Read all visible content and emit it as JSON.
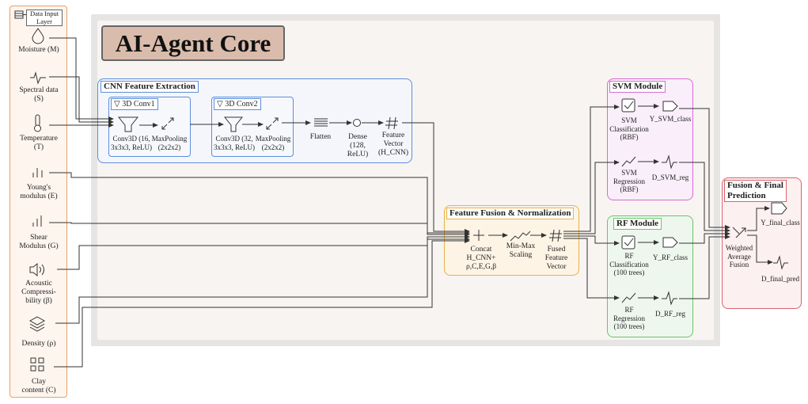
{
  "input_layer": {
    "title": "Data Input\nLayer",
    "items": [
      {
        "label": "Moisture (M)"
      },
      {
        "label": "Spectral data\n(S)"
      },
      {
        "label": "Temperature\n(T)"
      },
      {
        "label": "Young's\nmodulus (E)"
      },
      {
        "label": "Shear\nModulus (G)"
      },
      {
        "label": "Acoustic\nCompressi-\nbility (β)"
      },
      {
        "label": "Density (ρ)"
      },
      {
        "label": "Clay\ncontent (C)"
      }
    ]
  },
  "core": {
    "title": "AI-Agent Core"
  },
  "cnn": {
    "title": "CNN Feature Extraction",
    "conv1": {
      "title": "3D Conv1",
      "conv_label": "Conv3D (16,\n3x3x3, ReLU)",
      "pool_label": "MaxPooling\n(2x2x2)"
    },
    "conv2": {
      "title": "3D Conv2",
      "conv_label": "Conv3D (32,\n3x3x3, ReLU)",
      "pool_label": "MaxPooling\n(2x2x2)"
    },
    "flatten": "Flatten",
    "dense": "Dense\n(128,\nReLU)",
    "feature_vector": "Feature\nVector\n(H_CNN)"
  },
  "fusion": {
    "title": "Feature Fusion & Normalization",
    "concat": "Concat\nH_CNN+\nρ,C,E,G,β",
    "scaling": "Min-Max\nScaling",
    "fused": "Fused\nFeature\nVector"
  },
  "svm": {
    "title": "SVM Module",
    "classification": "SVM\nClassification\n(RBF)",
    "class_out": "Y_SVM_class",
    "regression": "SVM\nRegression\n(RBF)",
    "reg_out": "D_SVM_reg"
  },
  "rf": {
    "title": "RF Module",
    "classification": "RF\nClassification\n(100 trees)",
    "class_out": "Y_RF_class",
    "regression": "RF\nRegression\n(100 trees)",
    "reg_out": "D_RF_reg"
  },
  "final": {
    "title": "Fusion & Final\nPrediction",
    "fusion_label": "Weighted\nAverage\nFusion",
    "class_out": "Y_final_class",
    "pred_out": "D_final_pred"
  },
  "colors": {
    "input_border": "#e8a068",
    "input_bg": "#fdf5ee",
    "core_bg": "#ecebea",
    "core_inner": "#f8f4f1",
    "core_title_bg": "#d9bcac",
    "cnn_border": "#5b8fdc",
    "fusion_border": "#e8b24a",
    "fusion_bg": "#fdf4e6",
    "svm_border": "#d66ad6",
    "svm_bg": "#f9eef9",
    "rf_border": "#6cc46a",
    "rf_bg": "#eef7ee",
    "final_border": "#d9646c",
    "final_bg": "#fdf0f0"
  }
}
